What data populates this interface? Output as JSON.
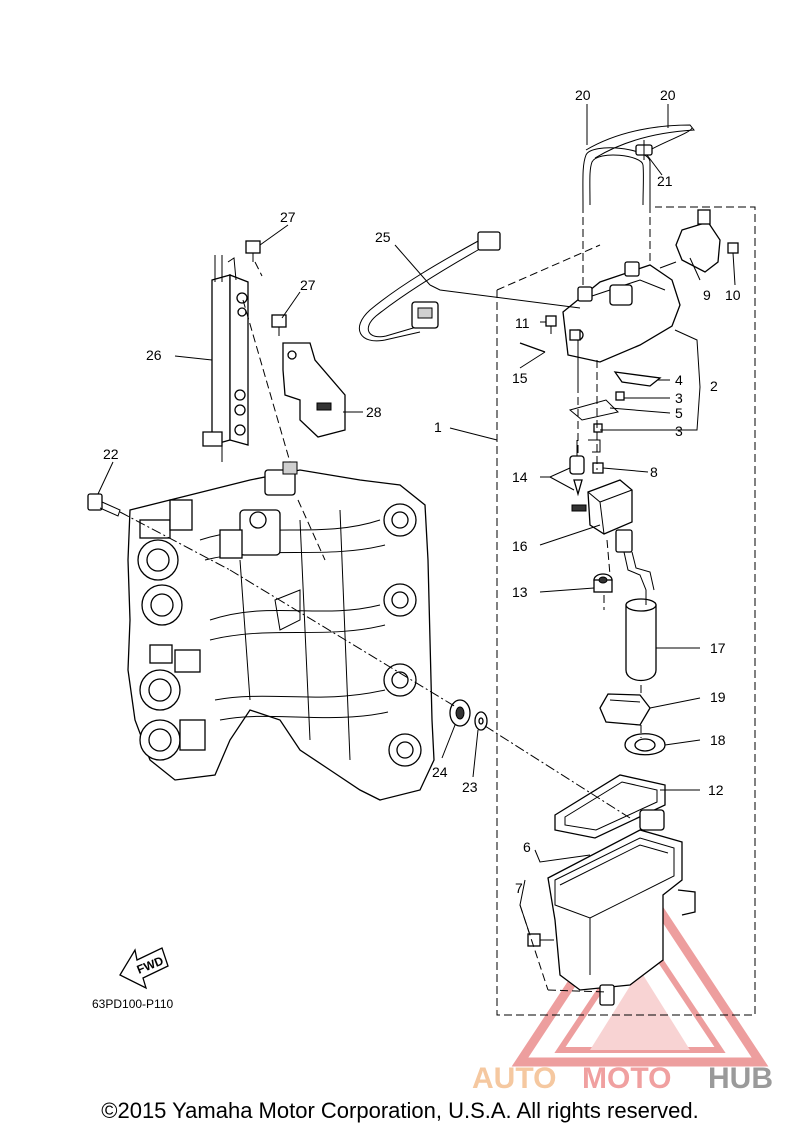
{
  "diagram": {
    "code": "63PD100-P110",
    "fwd_label": "FWD",
    "callouts": {
      "c1": "1",
      "c2": "2",
      "c3a": "3",
      "c3b": "3",
      "c4": "4",
      "c5": "5",
      "c6": "6",
      "c7": "7",
      "c8": "8",
      "c9": "9",
      "c10": "10",
      "c11": "11",
      "c12": "12",
      "c13": "13",
      "c14": "14",
      "c15": "15",
      "c16": "16",
      "c17": "17",
      "c18": "18",
      "c19": "19",
      "c20a": "20",
      "c20b": "20",
      "c21": "21",
      "c22": "22",
      "c23": "23",
      "c24": "24",
      "c25": "25",
      "c26": "26",
      "c27a": "27",
      "c27b": "27",
      "c28": "28"
    }
  },
  "watermark": {
    "part1": "AUTO",
    "part2": "MOTO",
    "part3": "HUB",
    "color_logo": "#e05050"
  },
  "footer": {
    "copyright": "©2015 Yamaha Motor Corporation, U.S.A. All rights reserved."
  }
}
